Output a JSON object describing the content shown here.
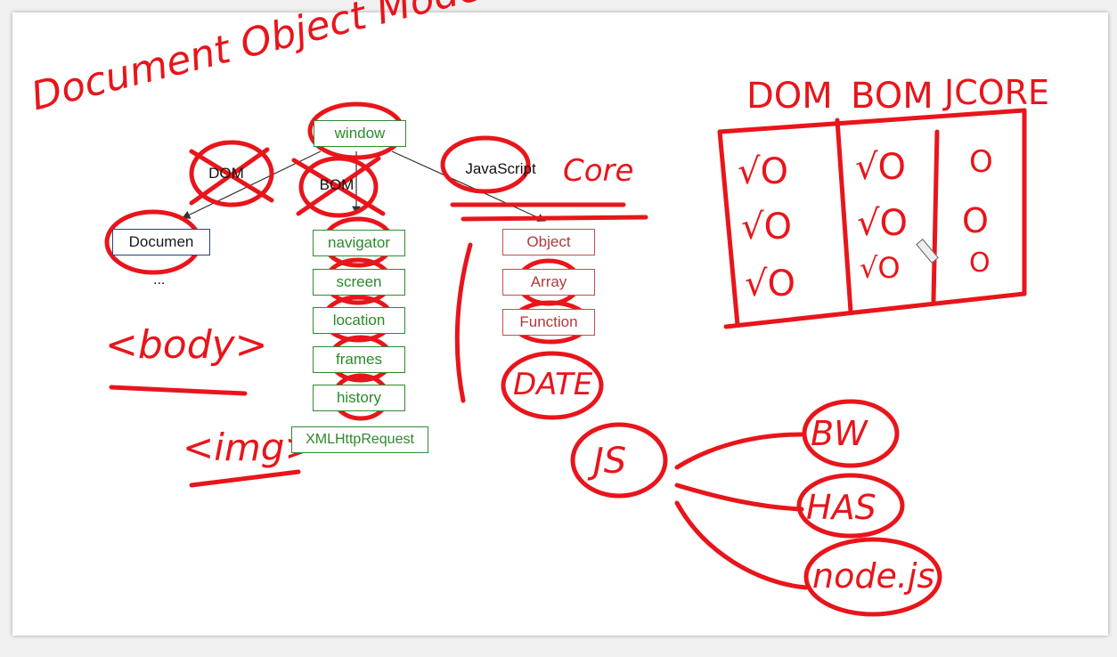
{
  "diagram": {
    "root": "window",
    "dom_node": "DOM",
    "bom_node": "BOM",
    "core_node": "JavaScript",
    "document_node": "Documen",
    "ellipsis": "...",
    "bom_children": [
      "navigator",
      "screen",
      "location",
      "frames",
      "history",
      "XMLHttpRequest"
    ],
    "core_children": [
      "Object",
      "Array",
      "Function"
    ]
  },
  "handwriting": {
    "document_object_model": "Document Object Model.",
    "core": "Core",
    "body_tag": "<body>",
    "img_tag": "<img>",
    "date": "DATE",
    "js": "JS",
    "targets": [
      "BW",
      "HAS",
      "node.js"
    ]
  },
  "table": {
    "headers": [
      "DOM",
      "BOM",
      "JCORE"
    ],
    "rows": [
      [
        "√O",
        "√O",
        "O"
      ],
      [
        "√O",
        "√O",
        "O"
      ],
      [
        "√O",
        "√O",
        "O"
      ]
    ]
  },
  "colors": {
    "ink": "#e8151b",
    "green": "#2b8a2b",
    "core_red": "#b03a3a"
  }
}
